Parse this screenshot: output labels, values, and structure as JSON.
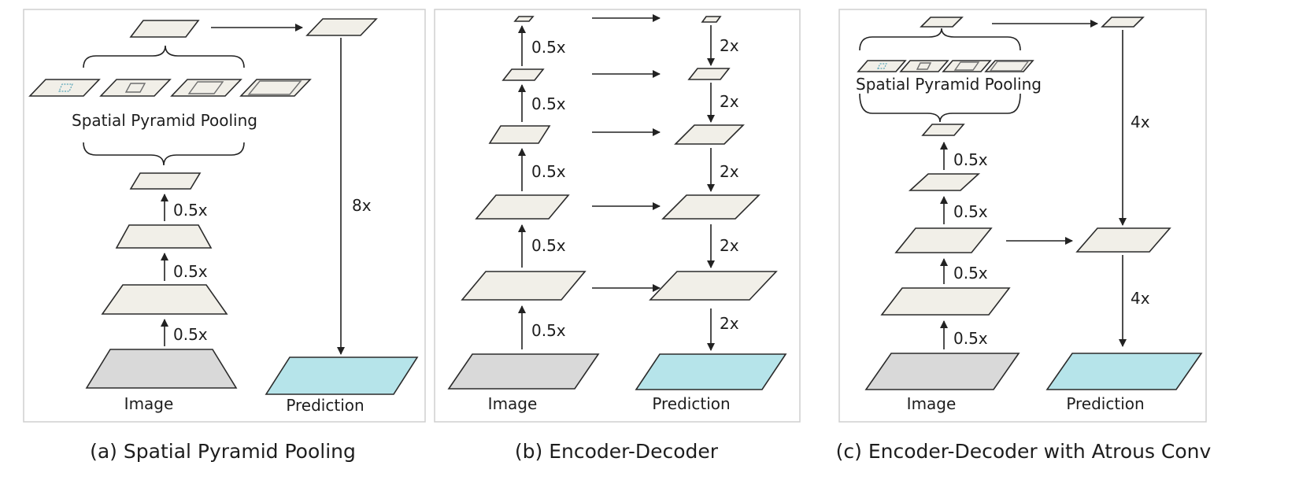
{
  "panels": {
    "a": {
      "caption": "(a) Spatial Pyramid Pooling",
      "spp_label": "Spatial Pyramid Pooling",
      "scale_labels": [
        "0.5x",
        "0.5x",
        "0.5x"
      ],
      "upsample_label": "8x",
      "image_label": "Image",
      "prediction_label": "Prediction"
    },
    "b": {
      "caption": "(b) Encoder-Decoder",
      "encoder_labels": [
        "0.5x",
        "0.5x",
        "0.5x",
        "0.5x",
        "0.5x"
      ],
      "decoder_labels": [
        "2x",
        "2x",
        "2x",
        "2x",
        "2x"
      ],
      "image_label": "Image",
      "prediction_label": "Prediction"
    },
    "c": {
      "caption": "(c) Encoder-Decoder with Atrous Conv",
      "spp_label": "Spatial Pyramid Pooling",
      "scale_labels": [
        "0.5x",
        "0.5x",
        "0.5x",
        "0.5x"
      ],
      "upsample_labels": [
        "4x",
        "4x"
      ],
      "image_label": "Image",
      "prediction_label": "Prediction"
    }
  },
  "colors": {
    "feature_map": "#f1efe8",
    "image": "#d9d9d9",
    "prediction": "#b6e4ea"
  }
}
